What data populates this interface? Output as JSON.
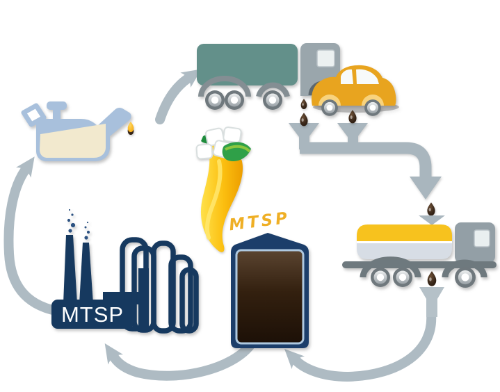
{
  "diagram": {
    "name": "used-oil-recycling-cycle",
    "labels": {
      "factory_sign": "MTSP",
      "barrel_brand": "MTSP"
    },
    "nodes": [
      {
        "id": "oil-can",
        "icon": "oil-can-icon"
      },
      {
        "id": "delivery-truck",
        "icon": "box-truck-icon"
      },
      {
        "id": "car",
        "icon": "car-icon"
      },
      {
        "id": "collection-funnels",
        "icon": "funnel-icon"
      },
      {
        "id": "tanker-truck",
        "icon": "tanker-truck-icon"
      },
      {
        "id": "waste-oil-barrel",
        "icon": "barrel-icon",
        "label": "MTSP"
      },
      {
        "id": "recycling-factory",
        "icon": "factory-icon",
        "label": "MTSP"
      },
      {
        "id": "oil-bottle-logo",
        "icon": "bottle-icon"
      }
    ],
    "flows": [
      {
        "from": "oil-can",
        "to": "delivery-truck"
      },
      {
        "from": "car-oil-drips",
        "to": "collection-funnels"
      },
      {
        "from": "collection-funnels",
        "to": "tanker-truck"
      },
      {
        "from": "tanker-truck",
        "to": "waste-oil-barrel"
      },
      {
        "from": "waste-oil-barrel",
        "to": "recycling-factory"
      },
      {
        "from": "recycling-factory",
        "to": "oil-can"
      }
    ]
  },
  "colors": {
    "arrow_gray": "#AEBBC3",
    "pipe_gray": "#A9B6BE",
    "truck_trailer_teal": "#63908A",
    "truck_cab_gray": "#9AA6AC",
    "car_orange": "#E8A41F",
    "car_wheel_arch": "#F8D37E",
    "waste_oil_drop": "#33231A",
    "clean_oil_drop": "#F7B916",
    "oil_can_blue": "#A8C0DC",
    "oil_can_cream": "#F2E9CE",
    "factory_navy": "#16395F",
    "barrel_border_navy": "#1C3E6A",
    "barrel_inner_line": "#AFC9E0",
    "barrel_fill_brown": "#2B1B10",
    "tanker_yellow": "#F7C21E",
    "tanker_tank_gray": "#D7DDE5",
    "chassis_dark_gray": "#6E797E",
    "bottle_yellow": "#FBBE0F",
    "leaf_green": "#2FA048",
    "brand_text_yellow": "#EFAF25",
    "sign_text_white": "#FFFFFF"
  }
}
